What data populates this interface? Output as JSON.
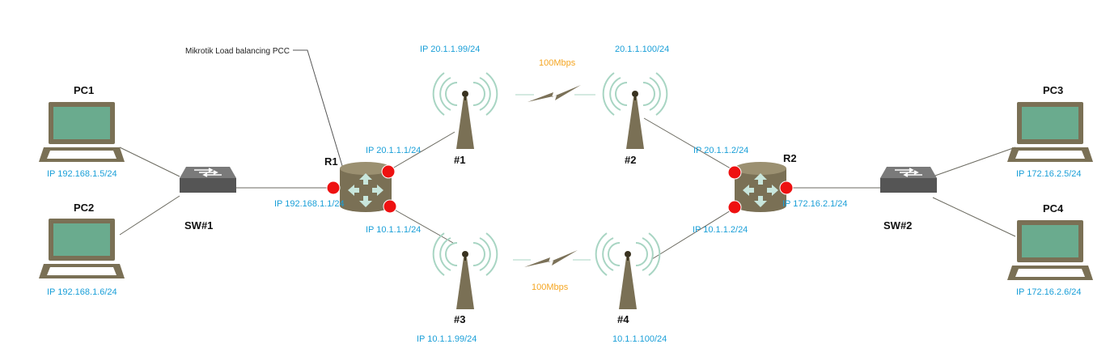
{
  "colors": {
    "device": "#7a7055",
    "screen": "#6aab8e",
    "port": "#ee1111",
    "link": "#6b6a60",
    "wireless_link": "#7b7158",
    "waves": "#a8d5c3",
    "ip_text": "#1a9fd8",
    "speed_text": "#f5a623"
  },
  "annotation": "Mikrotik Load balancing PCC",
  "pcs": {
    "pc1": {
      "name": "PC1",
      "ip": "IP 192.168.1.5/24"
    },
    "pc2": {
      "name": "PC2",
      "ip": "IP 192.168.1.6/24"
    },
    "pc3": {
      "name": "PC3",
      "ip": "IP 172.16.2.5/24"
    },
    "pc4": {
      "name": "PC4",
      "ip": "IP 172.16.2.6/24"
    }
  },
  "switches": {
    "sw1": {
      "name": "SW#1"
    },
    "sw2": {
      "name": "SW#2"
    }
  },
  "routers": {
    "r1": {
      "name": "R1",
      "wan1_ip": "IP 20.1.1.1/24",
      "lan_ip": "IP 192.168.1.1/24",
      "wan2_ip": "IP 10.1.1.1/24"
    },
    "r2": {
      "name": "R2",
      "wan1_ip": "IP 20.1.1.2/24",
      "lan_ip": "IP 172.16.2.1/24",
      "wan2_ip": "IP 10.1.1.2/24"
    }
  },
  "antennas": {
    "a1": {
      "name": "#1",
      "ip": "IP 20.1.1.99/24"
    },
    "a2": {
      "name": "#2",
      "ip": "20.1.1.100/24"
    },
    "a3": {
      "name": "#3",
      "ip": "IP 10.1.1.99/24"
    },
    "a4": {
      "name": "#4",
      "ip": "10.1.1.100/24"
    }
  },
  "links": {
    "top_speed": "100Mbps",
    "bottom_speed": "100Mbps"
  }
}
